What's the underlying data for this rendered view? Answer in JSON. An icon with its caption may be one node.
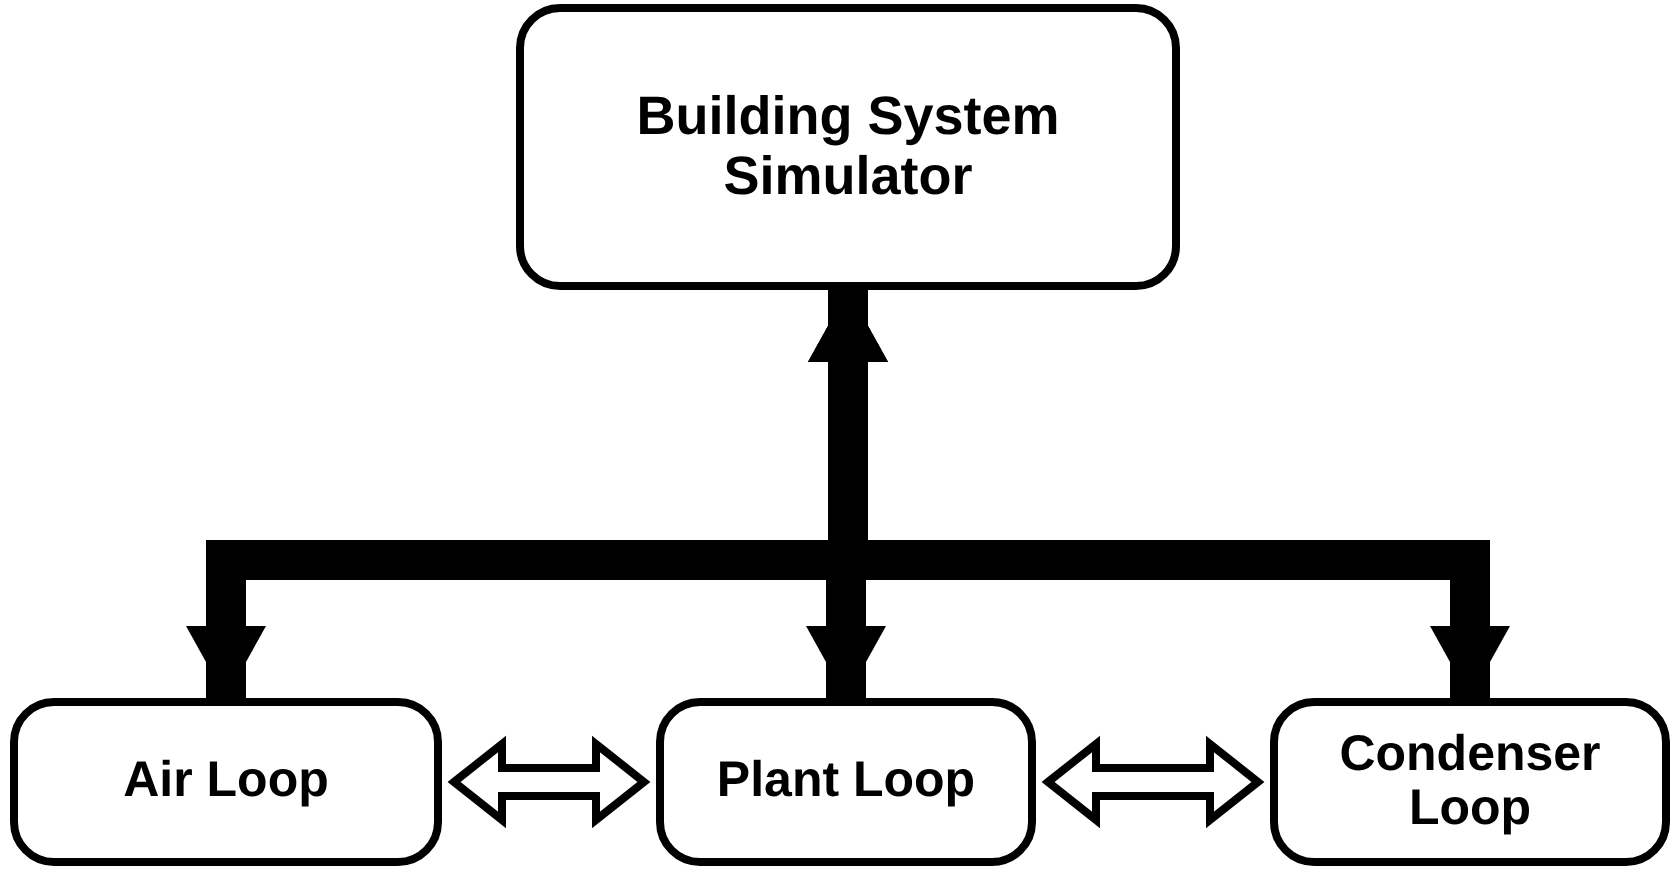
{
  "diagram": {
    "nodes": [
      {
        "text": [
          "Building System Simulator"
        ]
      },
      {
        "text": [
          "Air Loop"
        ]
      },
      {
        "text": [
          "Plant Loop"
        ]
      },
      {
        "text": [
          "Condenser Loop"
        ]
      }
    ],
    "edges": [
      {
        "from": 0,
        "to": 1,
        "arrow": "both"
      },
      {
        "from": 0,
        "to": 2,
        "arrow": "both"
      },
      {
        "from": 0,
        "to": 3,
        "arrow": "both"
      },
      {
        "from": 1,
        "to": 2,
        "arrow": "both"
      },
      {
        "from": 2,
        "to": 3,
        "arrow": "both"
      }
    ]
  }
}
